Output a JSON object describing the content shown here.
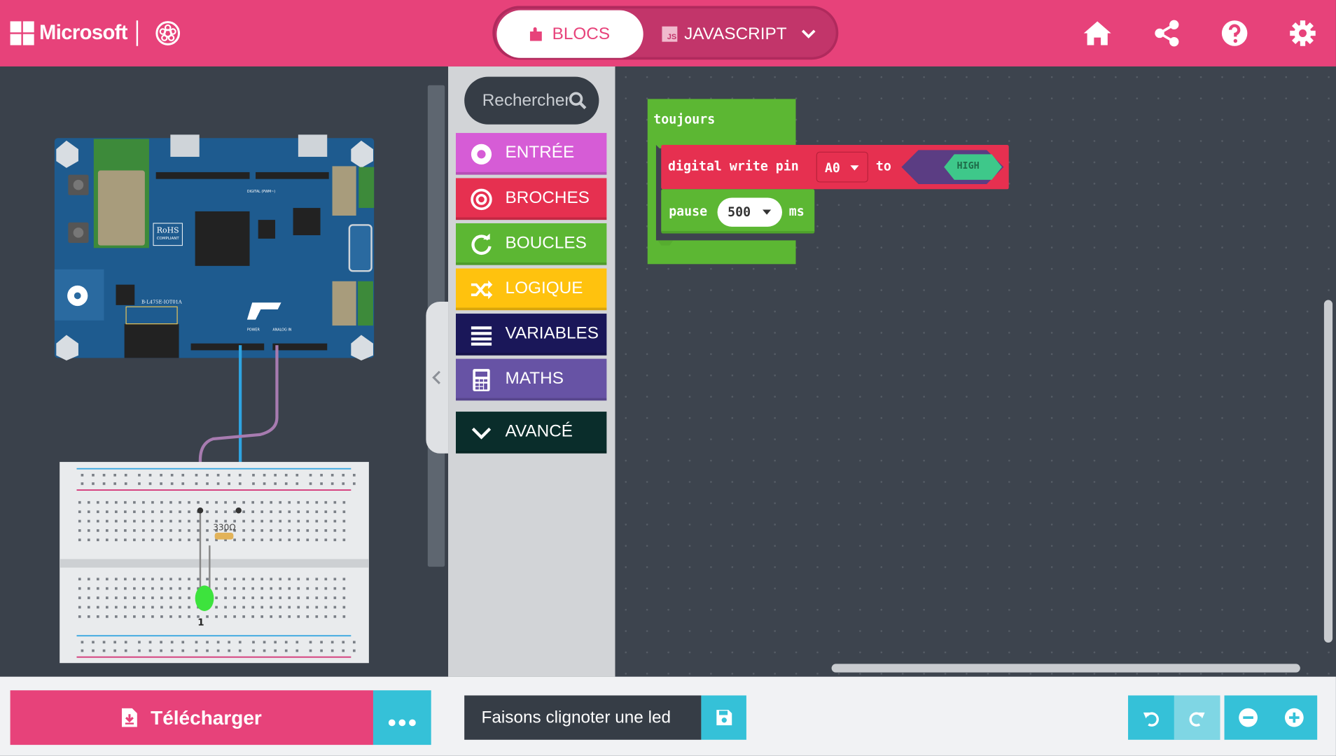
{
  "header": {
    "brand": "Microsoft",
    "tabs": {
      "blocks_label": "BLOCS",
      "js_label": "JAVASCRIPT",
      "js_badge": "JS"
    },
    "icons": [
      "home-icon",
      "share-icon",
      "help-icon",
      "settings-icon"
    ]
  },
  "simulator": {
    "board_labels": {
      "rohs": "RoHS",
      "rohs_sub": "COMPLIANT",
      "model": "B-L475E-IOT01A",
      "power": "POWER",
      "analog": "ANALOG IN",
      "digital": "DIGITAL (PWM~)"
    },
    "breadboard": {
      "resistor_label": "330Ω",
      "pin_label": "1"
    }
  },
  "toolbox": {
    "search_placeholder": "Rechercher...",
    "categories": [
      {
        "label": "ENTRÉE",
        "color": "#d65cd6"
      },
      {
        "label": "BROCHES",
        "color": "#e63050"
      },
      {
        "label": "BOUCLES",
        "color": "#5cb733"
      },
      {
        "label": "LOGIQUE",
        "color": "#ffc20e"
      },
      {
        "label": "VARIABLES",
        "color": "#1a1759"
      },
      {
        "label": "MATHS",
        "color": "#6753a5"
      },
      {
        "label": "AVANCÉ",
        "color": "#0a2d2b"
      }
    ]
  },
  "workspace": {
    "forever_label": "toujours",
    "digital_write": {
      "label": "digital write pin",
      "pin": "A0",
      "to": "to",
      "value": "HIGH"
    },
    "pause": {
      "label": "pause",
      "value": "500",
      "unit": "ms"
    }
  },
  "bottom": {
    "download_label": "Télécharger",
    "project_name": "Faisons clignoter une led"
  },
  "colors": {
    "accent": "#e7427a",
    "cyan": "#35c1d8",
    "loops": "#5cb733",
    "pins": "#e63050"
  }
}
